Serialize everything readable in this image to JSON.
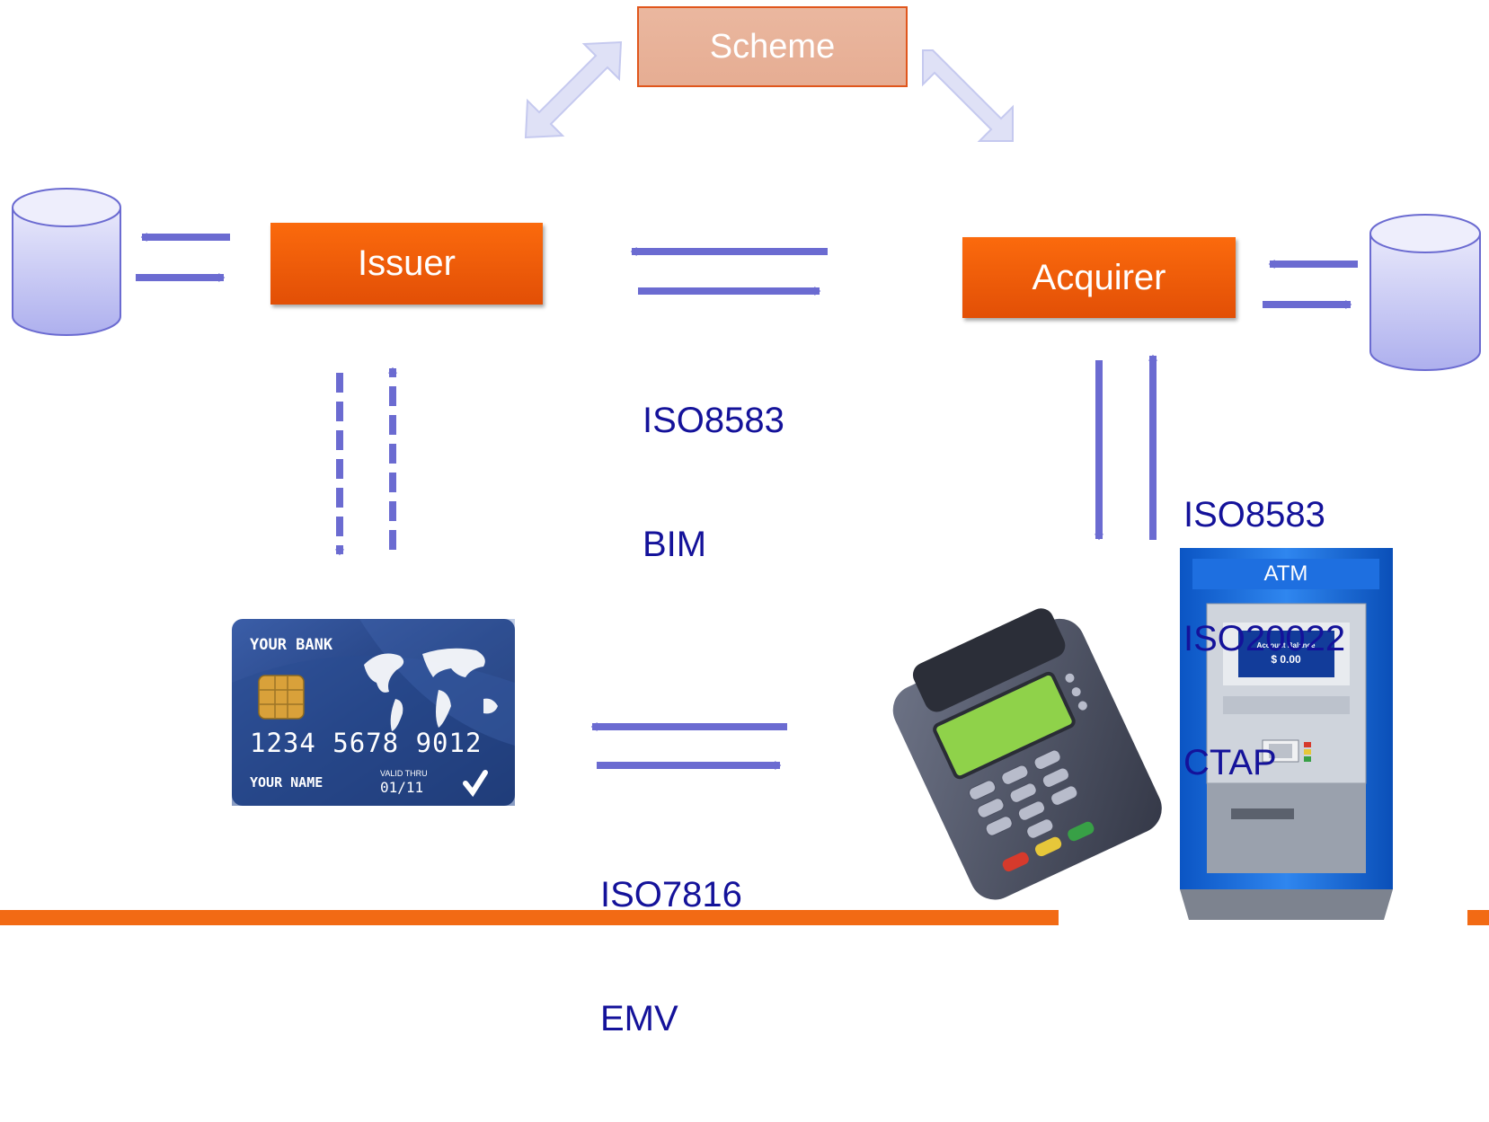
{
  "nodes": {
    "scheme": "Scheme",
    "issuer": "Issuer",
    "acquirer": "Acquirer"
  },
  "protocols": {
    "issuer_acquirer": [
      "ISO8583",
      "BIM"
    ],
    "acquirer_terminal": [
      "ISO8583",
      "ISO20022",
      "CTAP"
    ],
    "card_terminal": [
      "ISO7816",
      "EMV"
    ]
  },
  "card": {
    "bank": "YOUR BANK",
    "number": "1234 5678 9012",
    "name": "YOUR NAME",
    "valid_label": "VALID THRU",
    "valid": "01/11"
  },
  "atm": {
    "title": "ATM",
    "screen_title": "Account Balance",
    "balance": "$ 0.00"
  },
  "colors": {
    "arrow": "#6b6bd1",
    "scheme_arrow": "#d7d9f4",
    "node": "#f25c05",
    "label": "#14129a",
    "bar": "#f26a14"
  }
}
